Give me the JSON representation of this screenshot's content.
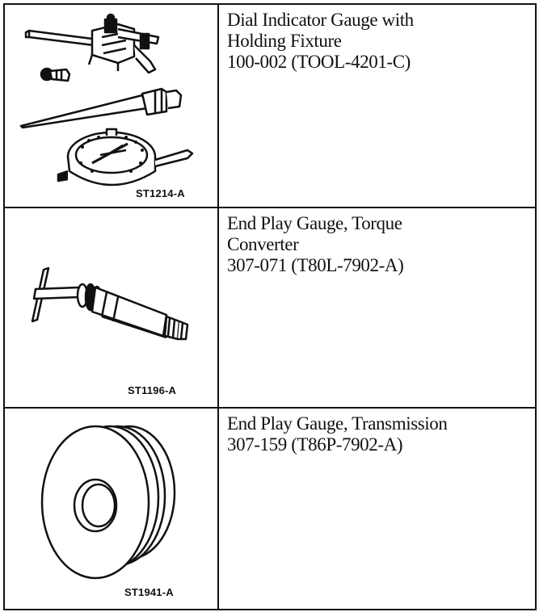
{
  "tools": [
    {
      "code": "ST1214-A",
      "name_lines": [
        "Dial Indicator Gauge with",
        "Holding Fixture"
      ],
      "number": "100-002 (TOOL-4201-C)",
      "icon": "dial-indicator-gauge-icon"
    },
    {
      "code": "ST1196-A",
      "name_lines": [
        "End Play Gauge, Torque",
        "Converter"
      ],
      "number": "307-071 (T80L-7902-A)",
      "icon": "torque-converter-gauge-icon"
    },
    {
      "code": "ST1941-A",
      "name_lines": [
        "End Play Gauge, Transmission"
      ],
      "number": "307-159 (T86P-7902-A)",
      "icon": "transmission-gauge-icon"
    }
  ]
}
